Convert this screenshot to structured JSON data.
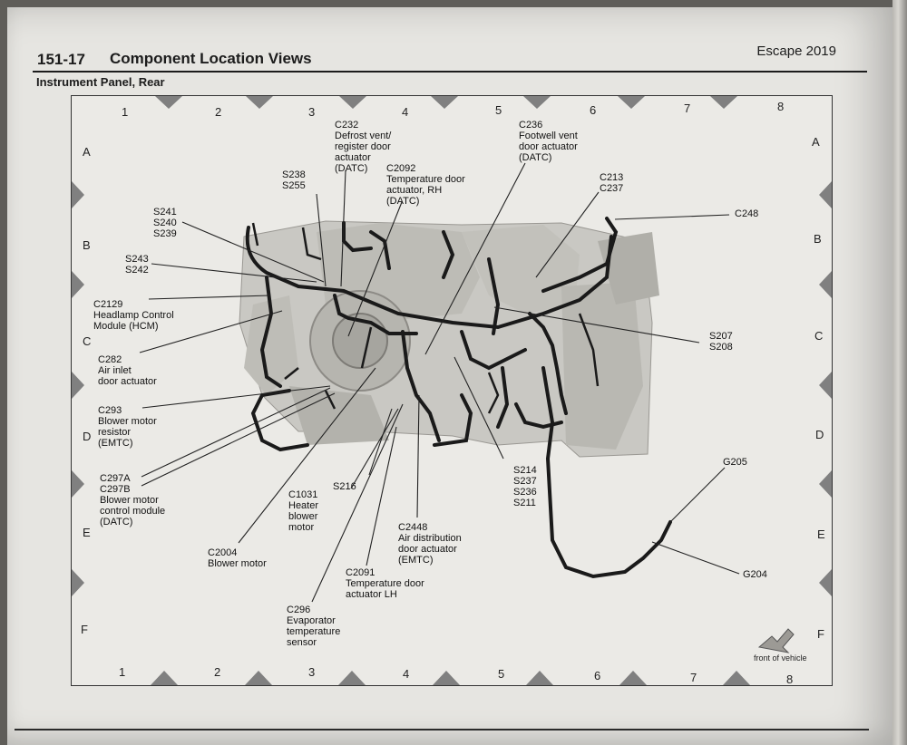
{
  "header": {
    "page_number": "151-17",
    "title": "Component Location Views",
    "vehicle": "Escape 2019",
    "subtitle": "Instrument Panel, Rear"
  },
  "grid": {
    "columns": [
      "1",
      "2",
      "3",
      "4",
      "5",
      "6",
      "7",
      "8"
    ],
    "rows": [
      "A",
      "B",
      "C",
      "D",
      "E",
      "F"
    ]
  },
  "callouts": {
    "c232": "C232\nDefrost vent/\nregister door\nactuator\n(DATC)",
    "c2092": "C2092\nTemperature door\nactuator, RH\n(DATC)",
    "c236": "C236\nFootwell vent\ndoor actuator\n(DATC)",
    "s238": "S238\nS255",
    "c213": "C213\nC237",
    "c248": "C248",
    "s241": "S241\nS240\nS239",
    "s243": "S243\nS242",
    "c2129": "C2129\nHeadlamp Control\nModule (HCM)",
    "c282": "C282\nAir inlet\ndoor actuator",
    "c293": "C293\nBlower motor\nresistor\n(EMTC)",
    "c297": "C297A\nC297B\nBlower motor\ncontrol module\n(DATC)",
    "c1031": "C1031\nHeater\nblower\nmotor",
    "s216": "S216",
    "c2004": "C2004\nBlower motor",
    "c2448": "C2448\nAir distribution\ndoor actuator\n(EMTC)",
    "c2091": "C2091\nTemperature door\nactuator LH",
    "c296": "C296\nEvaporator\ntemperature\nsensor",
    "s214": "S214\nS237\nS236\nS211",
    "s207": "S207\nS208",
    "g205": "G205",
    "g204": "G204"
  },
  "front_of_vehicle": "front of vehicle",
  "colors": {
    "harness": "#1a1a1a",
    "triangle": "#808080",
    "background": "#e6e5e1"
  }
}
